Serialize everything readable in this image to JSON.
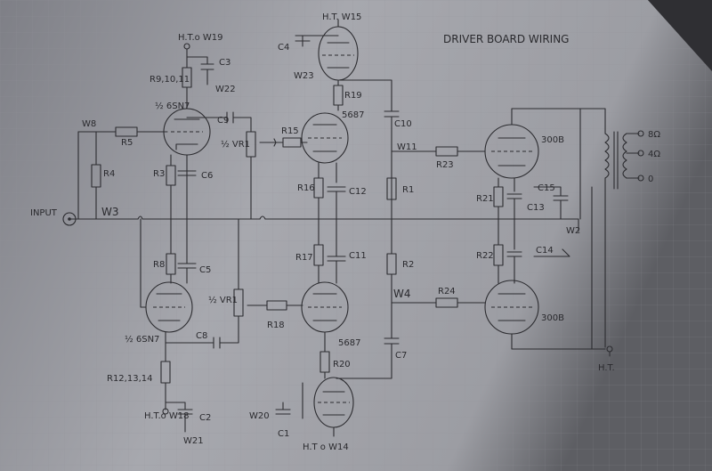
{
  "title": "DRIVER BOARD WIRING",
  "labels": {
    "ht_w19": "H.T.o W19",
    "c3": "C3",
    "r91011": "R9,10,11",
    "w22": "W22",
    "ht_w15": "H.T. W15",
    "c4": "C4",
    "w23": "W23",
    "r19": "R19",
    "v5687_top": "5687",
    "c10": "C10",
    "half6sn7_top": "½ 6SN7",
    "c9": "C9",
    "w8": "W8",
    "r5": "R5",
    "half_vr1_top": "½ VR1",
    "r15": "R15",
    "w11": "W11",
    "r23": "R23",
    "v300b_top": "300B",
    "out_8": "8Ω",
    "out_4": "4Ω",
    "out_0": "0",
    "r4": "R4",
    "r3": "R3",
    "c6": "C6",
    "r16": "R16",
    "c12": "C12",
    "r1": "R1",
    "r21": "R21",
    "c13": "C13",
    "c15": "C15",
    "input": "INPUT",
    "w3": "W3",
    "w2": "W2",
    "r8": "R8",
    "c5": "C5",
    "r17": "R17",
    "c11": "C11",
    "r2": "R2",
    "r22": "R22",
    "c14": "C14",
    "half_vr1_bot": "½ VR1",
    "w4": "W4",
    "r24": "R24",
    "half6sn7_bot": "½ 6SN7",
    "c8": "C8",
    "r18": "R18",
    "v300b_bot": "300B",
    "v5687_bot": "5687",
    "c7": "C7",
    "r20": "R20",
    "ht_bottom": "H.T.",
    "r121314": "R12,13,14",
    "ht_w18": "H.T.o W18",
    "c2": "C2",
    "w20": "W20",
    "c1": "C1",
    "w21": "W21",
    "ht_w14": "H.T o W14"
  }
}
